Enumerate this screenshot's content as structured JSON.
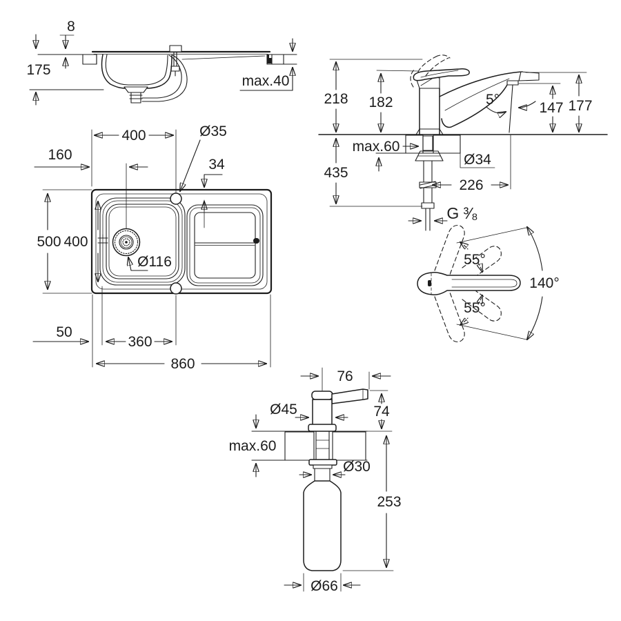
{
  "drawing_title": "sink-faucet-dispenser-dimension-drawing",
  "colors": {
    "ink": "#1c1c1c",
    "background": "#ffffff"
  },
  "views": {
    "sink_side": {
      "labels": {
        "rim_height": "8",
        "bowl_depth": "175",
        "counter_thickness": "max.40"
      }
    },
    "sink_top": {
      "labels": {
        "width_400": "400",
        "offset_160": "160",
        "hole_dia": "Ø35",
        "offset_34": "34",
        "height_500": "500",
        "bowl_height_400": "400",
        "drain_dia": "Ø116",
        "margin_50": "50",
        "bowl_width_360": "360",
        "total_width_860": "860"
      }
    },
    "faucet_side": {
      "labels": {
        "height_218": "218",
        "height_182": "182",
        "spout_angle": "5°",
        "outlet_height_147": "147",
        "spout_height_177": "177",
        "counter_max": "max.60",
        "shank_dia": "Ø34",
        "below_deck_435": "435",
        "reach_226": "226",
        "thread": "G ³⁄₈"
      }
    },
    "faucet_top": {
      "labels": {
        "swivel_upper": "55°",
        "swivel_lower": "55°",
        "swivel_total": "140°"
      }
    },
    "dispenser": {
      "labels": {
        "reach_76": "76",
        "head_dia": "Ø45",
        "head_height_74": "74",
        "counter_max": "max.60",
        "shank_dia": "Ø30",
        "below_length_253": "253",
        "bottle_dia": "Ø66"
      }
    }
  }
}
